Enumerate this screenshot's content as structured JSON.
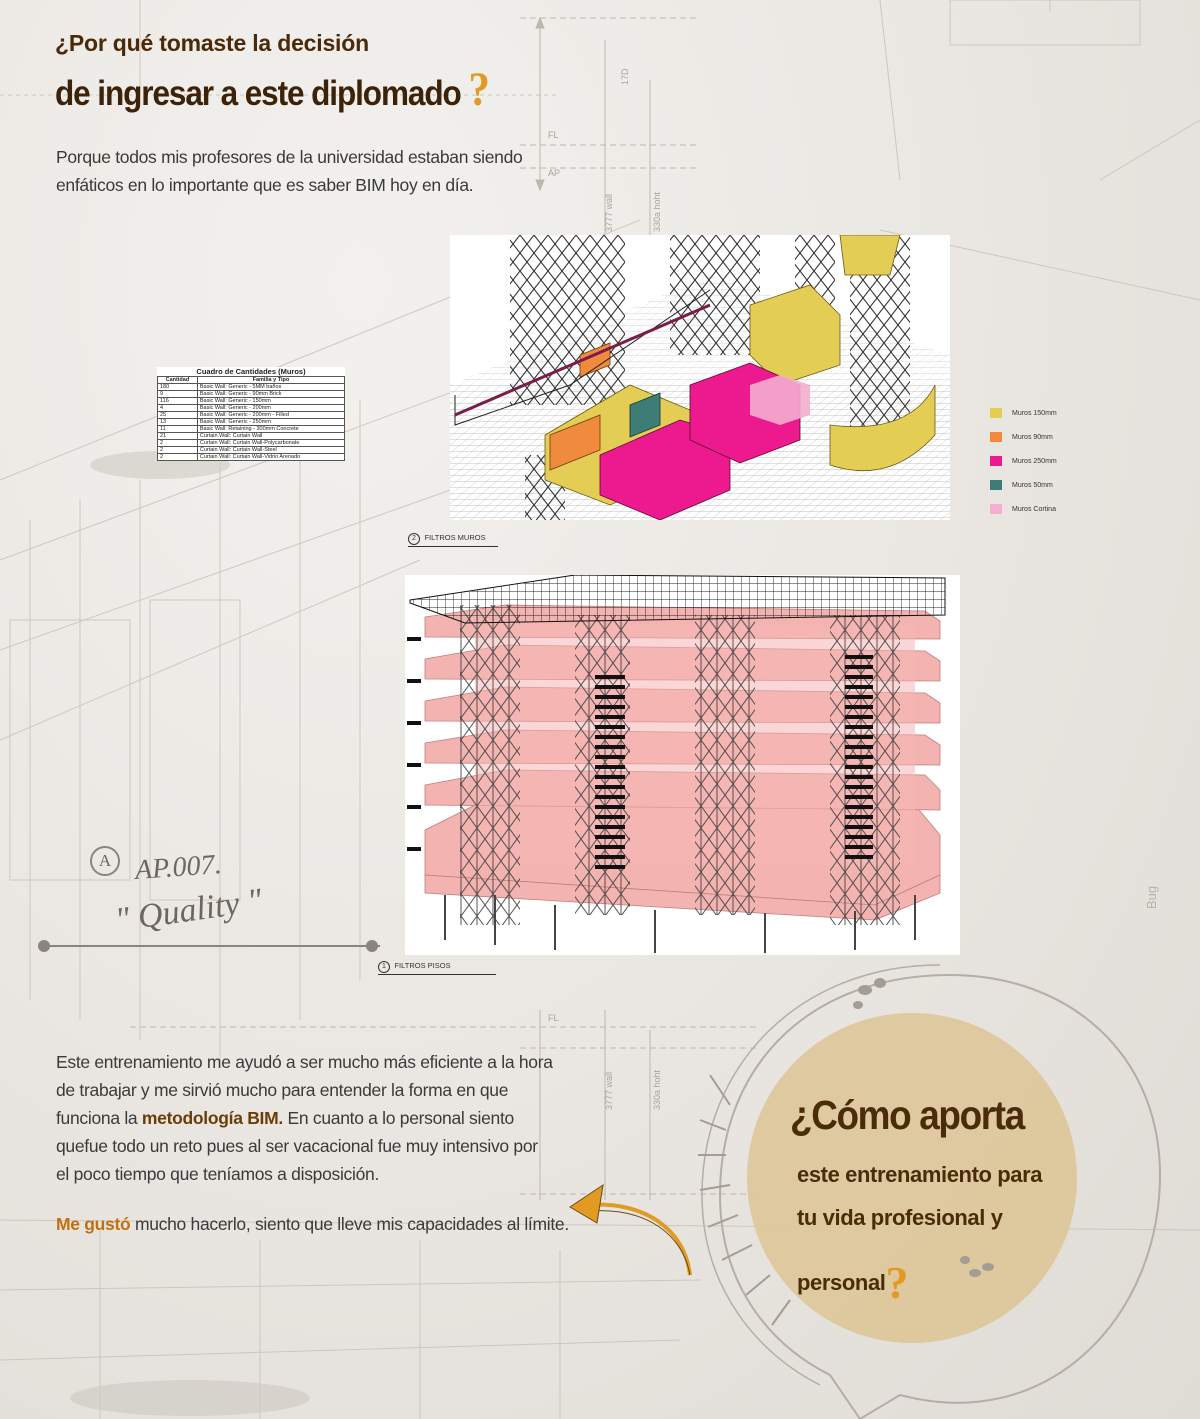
{
  "section1": {
    "question_line1": "¿Por qué tomaste la decisión",
    "question_line2": "de ingresar a este diplomado",
    "question_mark": "?",
    "answer_line1": "Porque todos mis profesores de la  universidad  estaban  siendo",
    "answer_line2": "enfáticos en lo importante que es saber BIM hoy en día."
  },
  "table": {
    "title": "Cuadro de Cantidades (Muros)",
    "headers": [
      "Cantidad",
      "Familia y Tipo"
    ],
    "rows": [
      [
        "180",
        "Basic Wall: Generic - 5MM baños"
      ],
      [
        "9",
        "Basic Wall: Generic - 90mm Brick"
      ],
      [
        "116",
        "Basic Wall: Generic - 150mm"
      ],
      [
        "4",
        "Basic Wall: Generic - 200mm"
      ],
      [
        "25",
        "Basic Wall: Generic - 200mm - Filled"
      ],
      [
        "13",
        "Basic Wall: Generic - 250mm"
      ],
      [
        "11",
        "Basic Wall: Retaining - 300mm Concrete"
      ],
      [
        "21",
        "Curtain Wall: Curtain Wall"
      ],
      [
        "2",
        "Curtain Wall: Curtain Wall-Polycarbonate"
      ],
      [
        "2",
        "Curtain Wall: Curtain Wall-Steel"
      ],
      [
        "2",
        "Curtain Wall: Curtain Wall-Vidrio Arenado"
      ]
    ]
  },
  "legend": [
    {
      "label": "Muros 150mm",
      "color": "#e4cd55"
    },
    {
      "label": "Muros 90mm",
      "color": "#f08a3c"
    },
    {
      "label": "Muros 250mm",
      "color": "#ec1a8e"
    },
    {
      "label": "Muros 50mm",
      "color": "#3e7d76"
    },
    {
      "label": "Muros Cortina",
      "color": "#f4aed0"
    }
  ],
  "drawings": {
    "label_muros_num": "2",
    "label_muros": "FILTROS MUROS",
    "label_pisos_num": "1",
    "label_pisos": "FILTROS PISOS"
  },
  "sketch": {
    "circle_letter": "A",
    "code": "AP.007.",
    "word": "\" Quality \"",
    "side_label": "Bug"
  },
  "dims": {
    "a": "17D",
    "b": "FL",
    "c": "AP",
    "d": "3777  wall",
    "e": "330a  hoht",
    "f": "FL",
    "g": "3777  wall",
    "h": "330a  hoht"
  },
  "section2": {
    "line1": "Este entrenamiento me ayudó a ser mucho más eficiente a la hora",
    "line2": "de  trabajar  y  me  sirvió  mucho  para  entender  la forma  en  que",
    "line3_pre": "funciona la ",
    "line3_bold": "metodología BIM.",
    "line3_post": " En cuanto a lo  personal  siento",
    "line4": "quefue todo un reto pues al ser vacacional fue  muy  intensivo  por",
    "line5": "el poco tiempo que teníamos a disposición.",
    "line6_bold": "Me gustó",
    "line6_post": " mucho hacerlo,  siento que lleve mis capacidades al límite."
  },
  "section3": {
    "title": "¿Cómo aporta",
    "line1": "este entrenamiento para",
    "line2": "tu vida  profesional y",
    "line3": "personal",
    "question_mark": "?"
  },
  "colors": {
    "dark_brown": "#3b2208",
    "accent_orange": "#e29a23",
    "bold_brown": "#b5650d",
    "bubble": "#ddc79a"
  }
}
